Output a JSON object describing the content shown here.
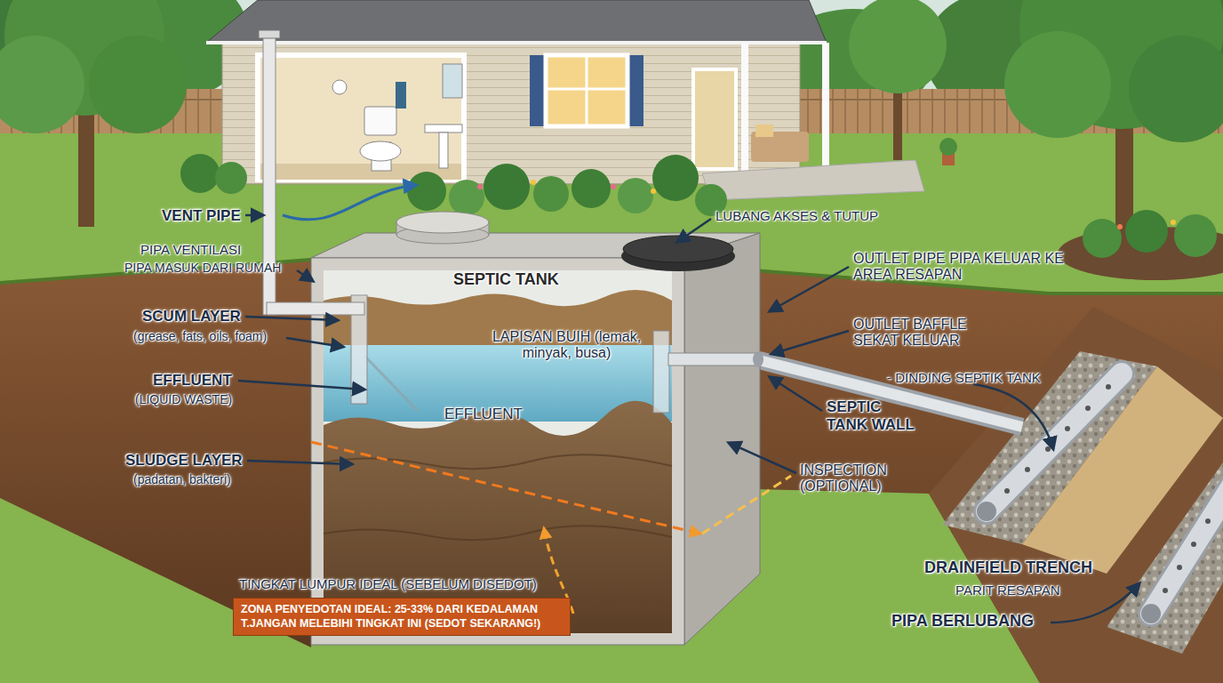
{
  "diagram": {
    "nodes": [
      {
        "text": [
          "SEPTIC TANK",
          "LAPISAN BUIH (lemak, minyak, busa)",
          "EFFLUENT"
        ]
      },
      {
        "text": [
          "TINGKAT LUMPUR IDEAL (SEBELUM DISEDOT)",
          "ZONA PENYEDOTAN IDEAL: 25-33% DARI KEDALAMAN T.JANGAN MELEBIHI TINGKAT INI (SEDOT SEKARANG!)"
        ]
      }
    ],
    "labels": [
      "VENT PIPE",
      "PIPA VENTILASI",
      "PIPA MASUK DARI RUMAH",
      "SCUM LAYER",
      "(grease, fats, oils, foam)",
      "EFFLUENT",
      "(LIQUID WASTE)",
      "SLUDGE LAYER",
      "(padatan, bakteri)",
      "LUBANG AKSES & TUTUP",
      "OUTLET PIPE PIPA KELUAR KE AREA RESAPAN",
      "OUTLET BAFFLE SEKAT KELUAR",
      "- DINDING SEPTIK TANK",
      "SEPTIC TANK WALL",
      "INSPECTION (OPTIONAL)",
      "DRAINFIELD TRENCH",
      "PARIT RESAPAN",
      "PIPA BERLUBANG"
    ]
  }
}
